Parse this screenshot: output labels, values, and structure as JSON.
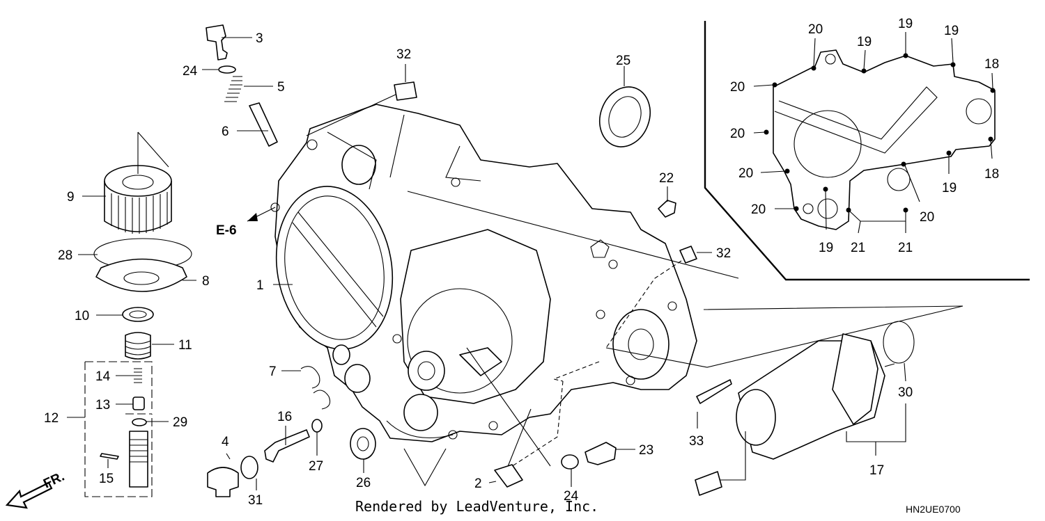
{
  "diagram": {
    "callouts": {
      "c1": "1",
      "c2": "2",
      "c3": "3",
      "c4": "4",
      "c5": "5",
      "c6": "6",
      "c7": "7",
      "c8": "8",
      "c9": "9",
      "c10": "10",
      "c11": "11",
      "c12": "12",
      "c13": "13",
      "c14": "14",
      "c15": "15",
      "c16": "16",
      "c17": "17",
      "c18a": "18",
      "c18b": "18",
      "c19a": "19",
      "c19b": "19",
      "c19c": "19",
      "c19d": "19",
      "c19e": "19",
      "c20a": "20",
      "c20b": "20",
      "c20c": "20",
      "c20d": "20",
      "c20e": "20",
      "c20f": "20",
      "c21a": "21",
      "c21b": "21",
      "c22": "22",
      "c23": "23",
      "c24a": "24",
      "c24b": "24",
      "c25": "25",
      "c26": "26",
      "c27": "27",
      "c28": "28",
      "c29": "29",
      "c30": "30",
      "c31": "31",
      "c32a": "32",
      "c32b": "32",
      "c33": "33"
    },
    "ref_label": "E-6",
    "direction_label": "FR.",
    "footer_text": "Rendered by LeadVenture, Inc.",
    "diagram_code": "HN2UE0700"
  }
}
